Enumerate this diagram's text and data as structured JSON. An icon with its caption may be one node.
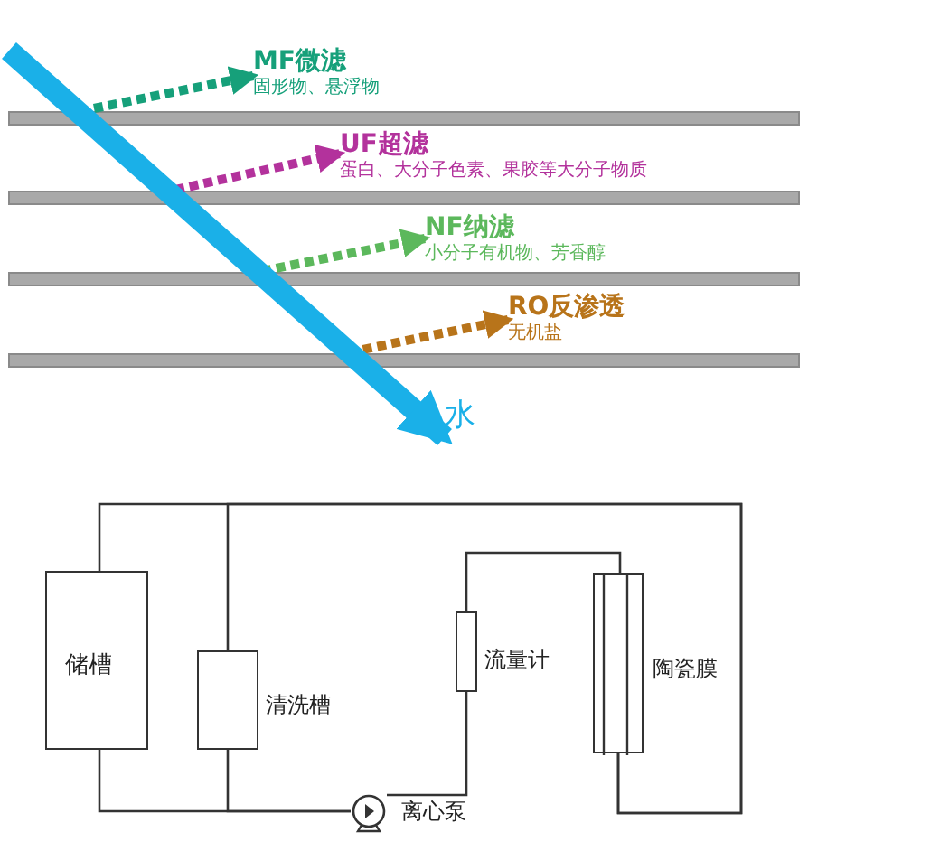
{
  "diagram": {
    "nodes": [
      {
        "text": [
          "MF微滤",
          "固形物、悬浮物"
        ]
      },
      {
        "text": [
          "UF超滤",
          "蛋白、大分子色素、果胶等大分子物质"
        ]
      },
      {
        "text": [
          "NF纳滤",
          "小分子有机物、芳香醇"
        ]
      },
      {
        "text": [
          "RO反渗透",
          "无机盐"
        ]
      },
      {
        "text": [
          "水"
        ]
      },
      {
        "text": [
          "储槽"
        ]
      },
      {
        "text": [],
        "shape": "box",
        "beside": [
          "清洗槽"
        ]
      },
      {
        "text": [],
        "shape": "box",
        "beside": [
          "流量计"
        ]
      },
      {
        "text": [],
        "shape": "box",
        "beside": [
          "陶瓷膜"
        ]
      },
      {
        "text": [],
        "shape": "circle",
        "beside": [
          "离心泵"
        ]
      }
    ],
    "edges": [
      {
        "from": null,
        "to": 0,
        "arrow": "to",
        "style": "dashed",
        "color": "#16a07a"
      },
      {
        "from": null,
        "to": 1,
        "arrow": "to",
        "style": "dashed",
        "color": "#b3329c"
      },
      {
        "from": null,
        "to": 2,
        "arrow": "to",
        "style": "dashed",
        "color": "#5cb85c"
      },
      {
        "from": null,
        "to": 3,
        "arrow": "to",
        "style": "dashed",
        "color": "#b8741a"
      },
      {
        "from": null,
        "to": 4,
        "arrow": "to",
        "style": "thick",
        "color": "#1ab0e8"
      },
      {
        "from": 5,
        "to": 8,
        "arrow": "none"
      },
      {
        "from": 6,
        "to": 8,
        "arrow": "none"
      },
      {
        "from": 5,
        "to": 9,
        "arrow": "none"
      },
      {
        "from": 6,
        "to": 9,
        "arrow": "none"
      },
      {
        "from": 9,
        "to": 7,
        "arrow": "none"
      },
      {
        "from": 7,
        "to": 8,
        "arrow": "none"
      }
    ]
  }
}
